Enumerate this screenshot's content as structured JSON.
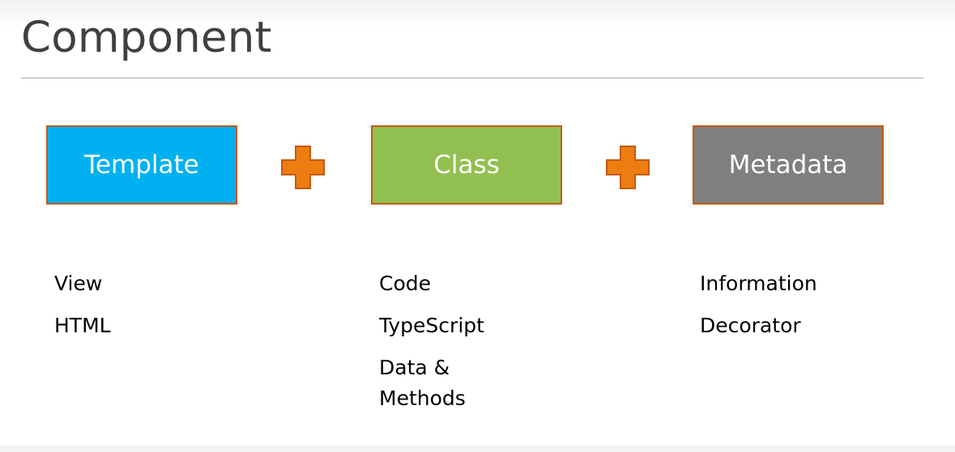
{
  "slide": {
    "title": "Component"
  },
  "boxes": [
    {
      "label": "Template",
      "color": "#00b0f0"
    },
    {
      "label": "Class",
      "color": "#92c050"
    },
    {
      "label": "Metadata",
      "color": "#7f7f7f"
    }
  ],
  "connector": {
    "icon": "plus-icon",
    "color": "#ed7d11",
    "border_color": "#c55a11"
  },
  "columns": [
    {
      "items": [
        "View",
        "HTML"
      ]
    },
    {
      "items": [
        "Code",
        "TypeScript",
        "Data & Methods"
      ]
    },
    {
      "items": [
        "Information",
        "Decorator"
      ]
    }
  ]
}
